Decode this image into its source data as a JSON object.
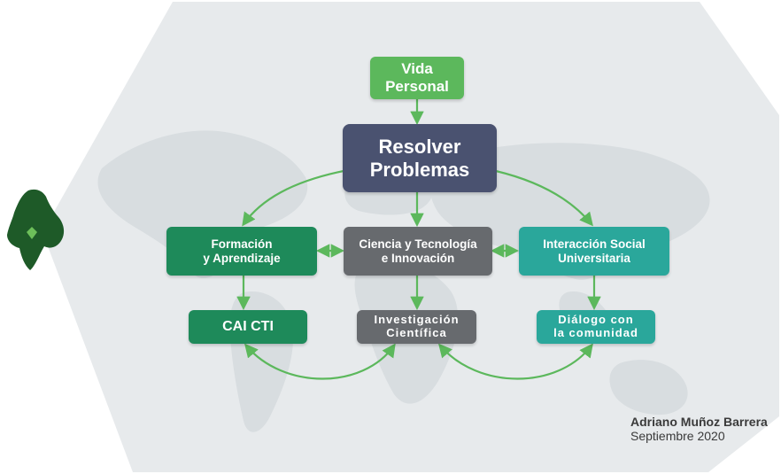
{
  "diagram": {
    "nodes": {
      "vida_personal": {
        "lines": [
          "Vida",
          "Personal"
        ],
        "color": "#5cb85c"
      },
      "resolver_problemas": {
        "lines": [
          "Resolver",
          "Problemas"
        ],
        "color": "#4a5270"
      },
      "formacion": {
        "lines": [
          "Formación",
          "y Aprendizaje"
        ],
        "color": "#1e8a5a"
      },
      "ciencia": {
        "lines": [
          "Ciencia y Tecnología",
          "e Innovación"
        ],
        "color": "#676a6e"
      },
      "interaccion": {
        "lines": [
          "Interacción Social",
          "Universitaria"
        ],
        "color": "#2aa79b"
      },
      "cai_cti": {
        "lines": [
          "CAI CTI"
        ],
        "color": "#1e8a5a"
      },
      "investigacion": {
        "lines": [
          "Investigación",
          "Científica"
        ],
        "color": "#676a6e"
      },
      "dialogo": {
        "lines": [
          "Diálogo con",
          "la comunidad"
        ],
        "color": "#2aa79b"
      }
    },
    "arrow_color": "#5cb85c",
    "map_color": "#d8dde0",
    "background_color": "#e7eaec",
    "colombia_color": "#1e5a28"
  },
  "credits": {
    "author": "Adriano Muñoz Barrera",
    "date": "Septiembre 2020"
  }
}
